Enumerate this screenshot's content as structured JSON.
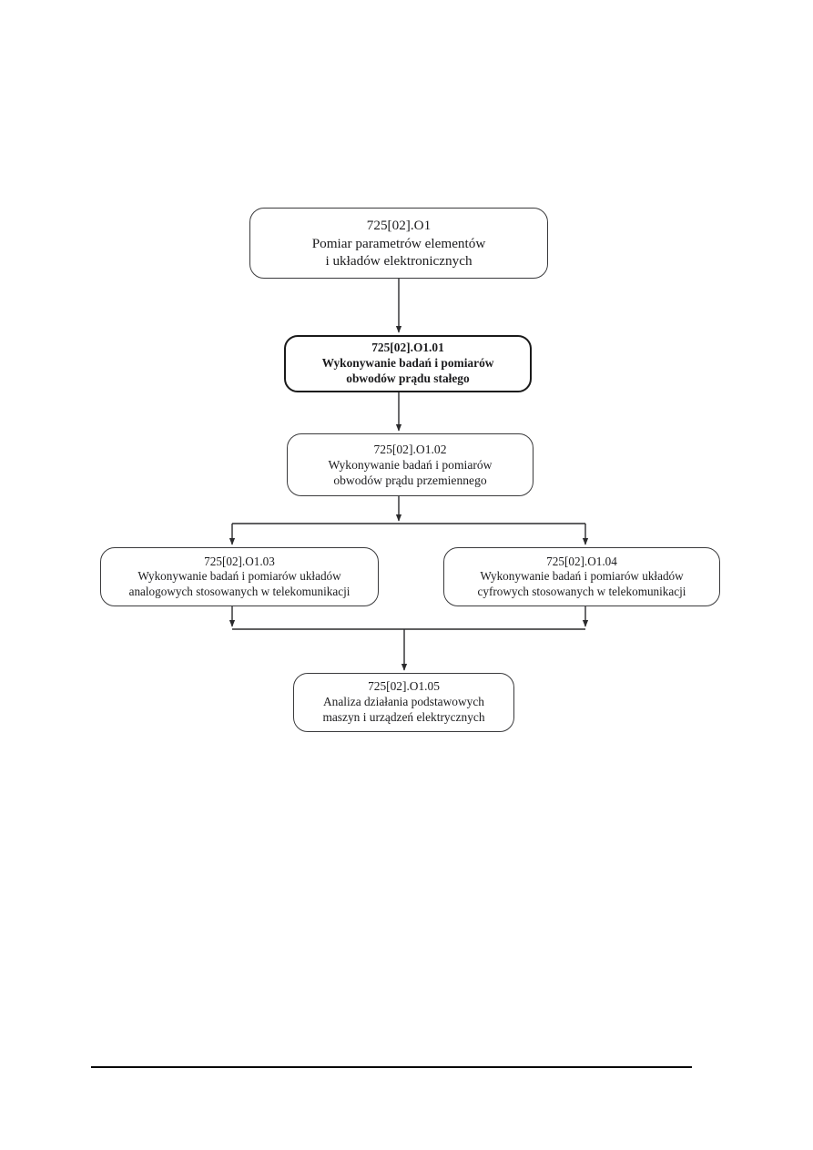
{
  "document": {
    "language": "pl",
    "page_background": "#ffffff",
    "footer_rule": {
      "name": "footer-rule",
      "color": "#000000"
    }
  },
  "diagram": {
    "type": "flowchart",
    "orientation": "top-down",
    "line_color": "#3a3a3c",
    "emphasis_color": "#1a1a1a",
    "nodes": [
      {
        "id": "O1",
        "code": "725[02].O1",
        "lines": [
          "Pomiar parametrów elementów",
          "i układów elektronicznych"
        ],
        "emphasis": false
      },
      {
        "id": "O1.01",
        "code": "725[02].O1.01",
        "lines": [
          "Wykonywanie badań i pomiarów",
          "obwodów prądu stałego"
        ],
        "emphasis": true
      },
      {
        "id": "O1.02",
        "code": "725[02].O1.02",
        "lines": [
          "Wykonywanie badań i pomiarów",
          "obwodów prądu przemiennego"
        ],
        "emphasis": false
      },
      {
        "id": "O1.03",
        "code": "725[02].O1.03",
        "lines": [
          "Wykonywanie badań i pomiarów układów",
          "analogowych stosowanych w telekomunikacji"
        ],
        "emphasis": false
      },
      {
        "id": "O1.04",
        "code": "725[02].O1.04",
        "lines": [
          "Wykonywanie badań i pomiarów układów",
          "cyfrowych stosowanych w telekomunikacji"
        ],
        "emphasis": false
      },
      {
        "id": "O1.05",
        "code": "725[02].O1.05",
        "lines": [
          "Analiza działania podstawowych",
          "maszyn i urządzeń elektrycznych"
        ],
        "emphasis": false
      }
    ],
    "edges": [
      {
        "from": "O1",
        "to": "O1.01",
        "style": "straight-arrow"
      },
      {
        "from": "O1.01",
        "to": "O1.02",
        "style": "straight-arrow"
      },
      {
        "from": "O1.02",
        "to": "O1.03",
        "style": "split-bus-arrow"
      },
      {
        "from": "O1.02",
        "to": "O1.04",
        "style": "split-bus-arrow"
      },
      {
        "from": "O1.03",
        "to": "O1.05",
        "style": "merge-bus-arrow"
      },
      {
        "from": "O1.04",
        "to": "O1.05",
        "style": "merge-bus-arrow"
      }
    ]
  }
}
